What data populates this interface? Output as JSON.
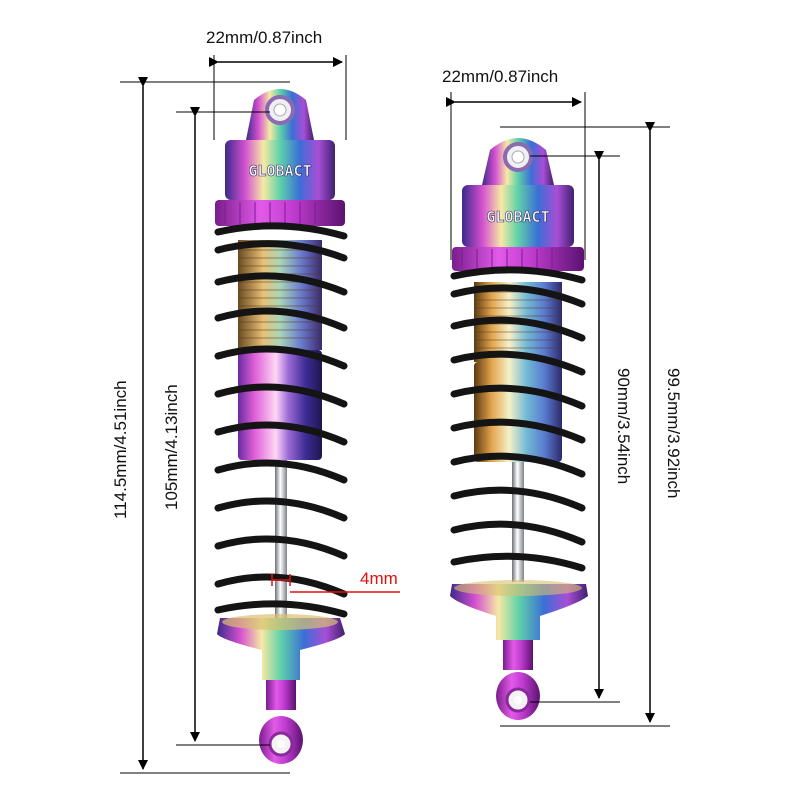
{
  "brand": "GLOBACT",
  "left_shock": {
    "width_label": "22mm/0.87inch",
    "total_length_label": "114.5mm/4.51inch",
    "eye_to_eye_label": "105mm/4.13inch",
    "shaft_label": "4mm"
  },
  "right_shock": {
    "width_label": "22mm/0.87inch",
    "eye_to_eye_label": "90mm/3.54inch",
    "total_length_label": "99.5mm/3.92inch"
  },
  "colors": {
    "spring": "#141414",
    "anodized_purple": "#c03cd0",
    "shaft": "#c8ccd2",
    "arrow": "#000000",
    "highlight": "#e01010"
  }
}
